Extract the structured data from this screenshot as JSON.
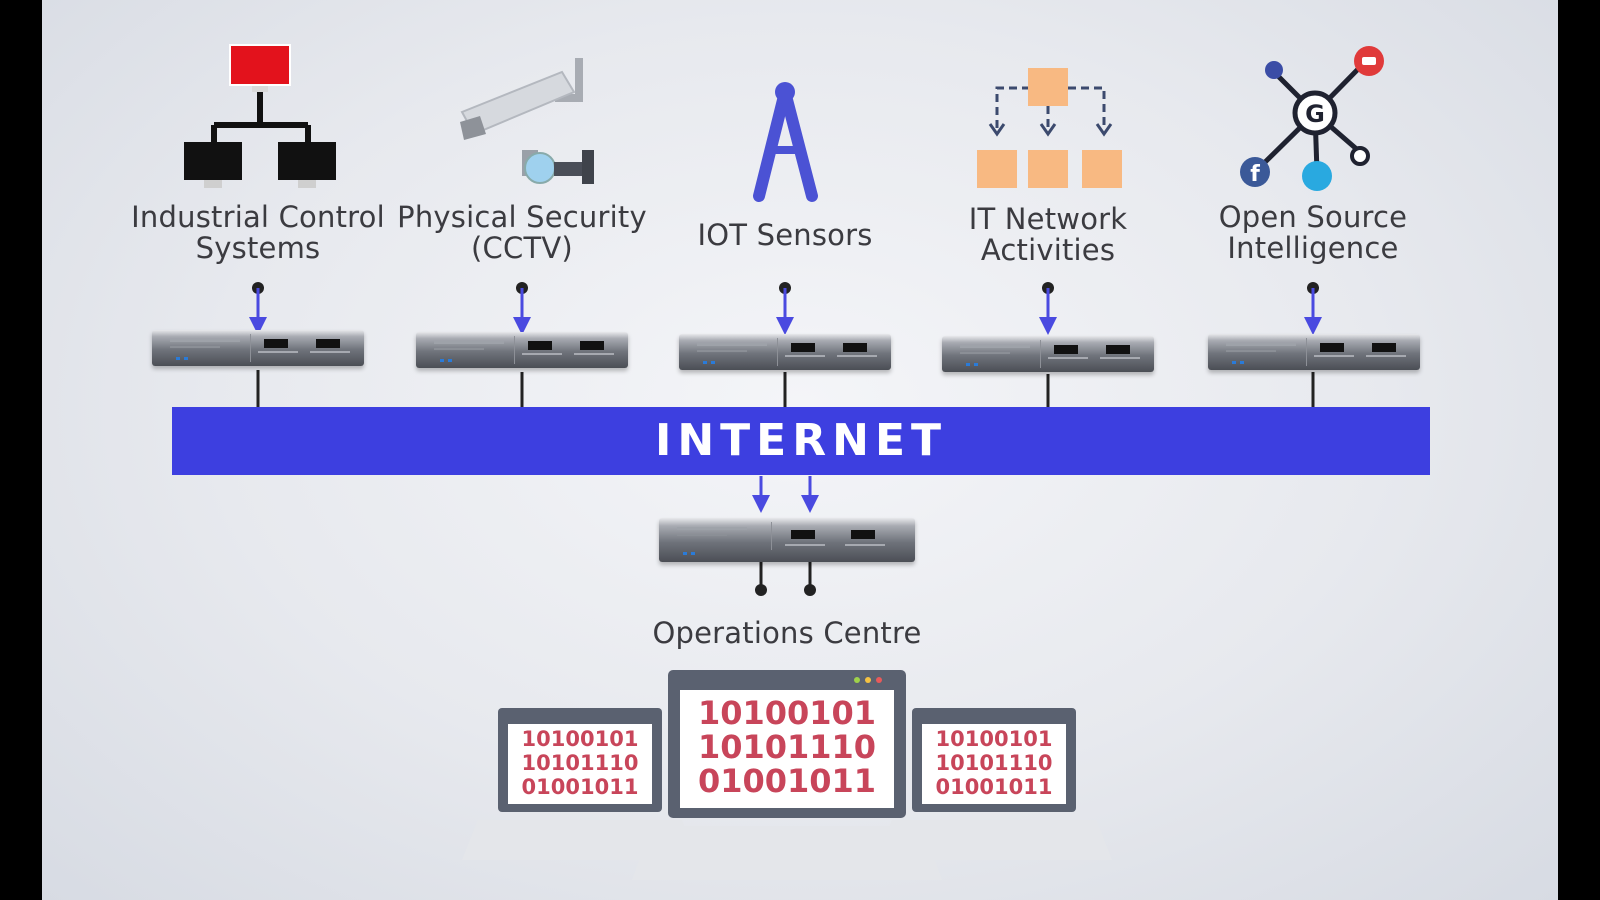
{
  "sources": [
    {
      "label_line1": "Industrial Control",
      "label_line2": "Systems",
      "icon": "network-hierarchy-icon"
    },
    {
      "label_line1": "Physical Security",
      "label_line2": "(CCTV)",
      "icon": "cctv-camera-icon"
    },
    {
      "label_line1": "IOT Sensors",
      "label_line2": "",
      "icon": "antenna-icon"
    },
    {
      "label_line1": "IT Network",
      "label_line2": "Activities",
      "icon": "box-hierarchy-icon"
    },
    {
      "label_line1": "Open Source",
      "label_line2": "Intelligence",
      "icon": "social-network-icon"
    }
  ],
  "backbone": {
    "label": "INTERNET"
  },
  "operations": {
    "label": "Operations Centre"
  },
  "screens": {
    "left": [
      "10100101",
      "10101110",
      "01001011"
    ],
    "center": [
      "10100101",
      "10101110",
      "01001011"
    ],
    "right": [
      "10100101",
      "10101110",
      "01001011"
    ]
  },
  "colors": {
    "accent": "#3d3fe0",
    "binary_text": "#c8455a",
    "ics_alert": "#e3121c",
    "box": "#f8b982"
  }
}
